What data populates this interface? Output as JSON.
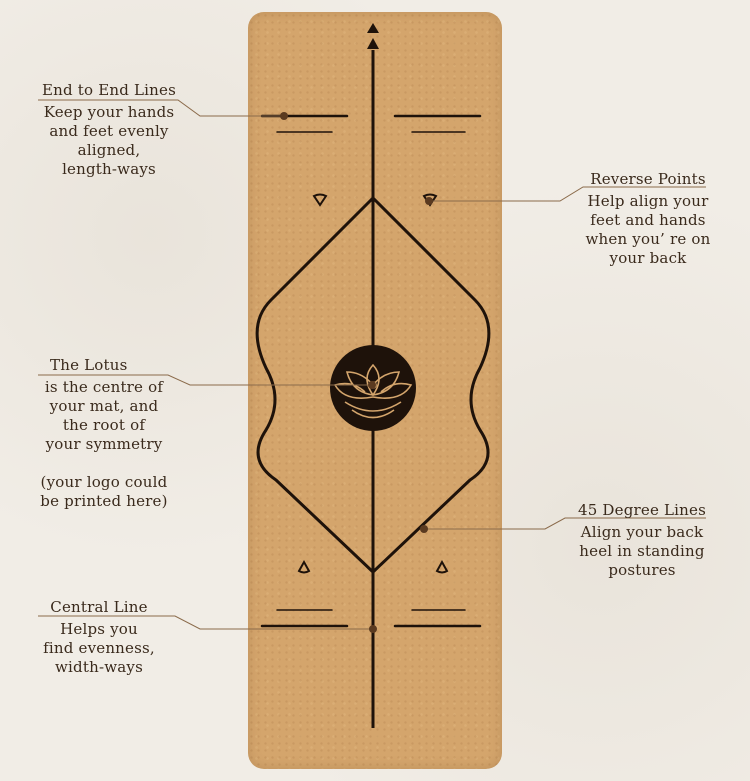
{
  "annotations": {
    "end_to_end": {
      "title": "End to End Lines",
      "desc": [
        "Keep your hands",
        "and feet evenly",
        "aligned,",
        "length-ways"
      ]
    },
    "reverse_points": {
      "title": "Reverse Points",
      "desc": [
        "Help align your",
        "feet and hands",
        "when you’ re on",
        "your back"
      ]
    },
    "lotus": {
      "title": "The Lotus",
      "desc": [
        "is the centre of",
        "your mat, and",
        "the root of",
        "your symmetry"
      ],
      "note": [
        "(your logo could",
        "be printed here)"
      ]
    },
    "degree_45": {
      "title": "45 Degree Lines",
      "desc": [
        "Align your back",
        "heel in standing",
        "postures"
      ]
    },
    "central_line": {
      "title": "Central Line",
      "desc": [
        "Helps you",
        "find evenness,",
        "width-ways"
      ]
    }
  },
  "colors": {
    "background": "#f1ede6",
    "mat": "#d4a56c",
    "ink": "#1e120a",
    "leader": "#8a6a4a",
    "text": "#3a2a1c"
  }
}
